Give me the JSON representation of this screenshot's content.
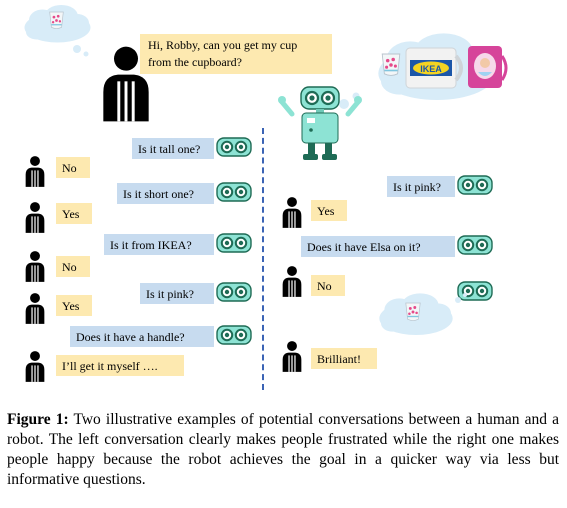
{
  "colors": {
    "question_bubble": "#c7dbef",
    "answer_bubble": "#fde9b0",
    "robot_body": "#8de3d4",
    "robot_eyes": "#1e6b55",
    "cloud": "#d8ecf8",
    "divider": "#3b64b5"
  },
  "icons": [
    "human-icon",
    "robot-head-icon",
    "robot-icon",
    "thought-cloud-icon",
    "cup-icon"
  ],
  "intro": {
    "human_request": "Hi, Robby, can you get my cup\nfrom the cupboard?"
  },
  "left_conversation": [
    {
      "speaker": "robot",
      "text": "Is it tall one?"
    },
    {
      "speaker": "human",
      "text": "No"
    },
    {
      "speaker": "robot",
      "text": "Is it short one?"
    },
    {
      "speaker": "human",
      "text": "Yes"
    },
    {
      "speaker": "robot",
      "text": "Is it from IKEA?"
    },
    {
      "speaker": "human",
      "text": "No"
    },
    {
      "speaker": "robot",
      "text": "Is it pink?"
    },
    {
      "speaker": "human",
      "text": "Yes"
    },
    {
      "speaker": "robot",
      "text": "Does it have a handle?"
    },
    {
      "speaker": "human",
      "text": "I’ll get it myself …."
    }
  ],
  "right_conversation": [
    {
      "speaker": "robot",
      "text": "Is it pink?"
    },
    {
      "speaker": "human",
      "text": "Yes"
    },
    {
      "speaker": "robot",
      "text": "Does it have Elsa on it?"
    },
    {
      "speaker": "human",
      "text": "No"
    },
    {
      "speaker": "human",
      "text": "Brilliant!"
    }
  ],
  "cup_logo_text": "IKEA",
  "caption": {
    "label": "Figure 1:",
    "text": " Two illustrative examples of potential conversations between a human and a robot. The left conversation clearly makes people frustrated while the right one makes people happy because the robot achieves the goal in a quicker way via less but informative questions."
  }
}
